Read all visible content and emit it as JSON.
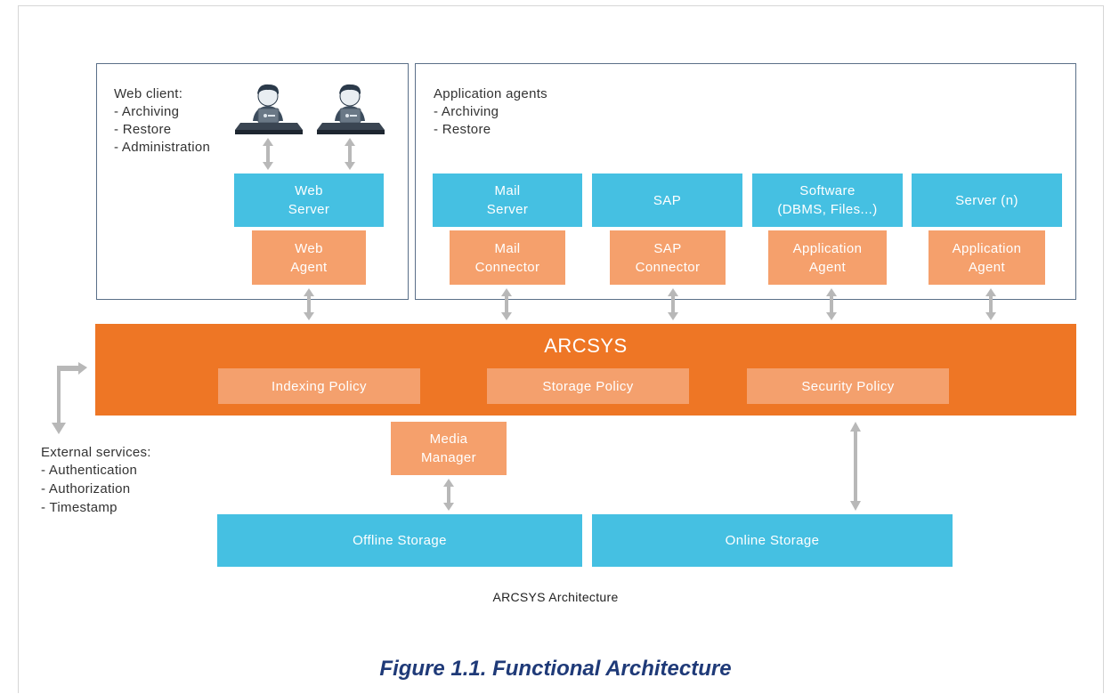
{
  "web_client": {
    "heading": "Web client:",
    "items": [
      "- Archiving",
      "- Restore",
      "- Administration"
    ]
  },
  "app_agents": {
    "heading": "Application agents",
    "items": [
      "- Archiving",
      "- Restore"
    ]
  },
  "web_server": {
    "line1": "Web",
    "line2": "Server"
  },
  "web_agent": {
    "line1": "Web",
    "line2": "Agent"
  },
  "mail_server": {
    "line1": "Mail",
    "line2": "Server"
  },
  "mail_connector": {
    "line1": "Mail",
    "line2": "Connector"
  },
  "sap": {
    "label": "SAP"
  },
  "sap_connector": {
    "line1": "SAP",
    "line2": "Connector"
  },
  "software": {
    "line1": "Software",
    "line2": "(DBMS, Files...)"
  },
  "application_agent_1": {
    "line1": "Application",
    "line2": "Agent"
  },
  "server_n": {
    "label": "Server (n)"
  },
  "application_agent_2": {
    "line1": "Application",
    "line2": "Agent"
  },
  "arcsys": {
    "title": "ARCSYS",
    "policies": [
      "Indexing Policy",
      "Storage Policy",
      "Security Policy"
    ]
  },
  "media_manager": {
    "line1": "Media",
    "line2": "Manager"
  },
  "offline_storage": "Offline Storage",
  "online_storage": "Online Storage",
  "external_services": {
    "heading": "External services:",
    "items": [
      "- Authentication",
      "- Authorization",
      "- Timestamp"
    ]
  },
  "caption": "ARCSYS Architecture",
  "figure_title": "Figure 1.1. Functional Architecture",
  "colors": {
    "blue": "#45c0e2",
    "salmon": "#f5a06c",
    "orange": "#ee7625",
    "arrow": "#b8b8b8",
    "panel_border": "#5a6f88",
    "figure_title": "#1f3a78"
  },
  "icons": [
    "user-at-laptop-icon",
    "user-at-laptop-icon"
  ]
}
